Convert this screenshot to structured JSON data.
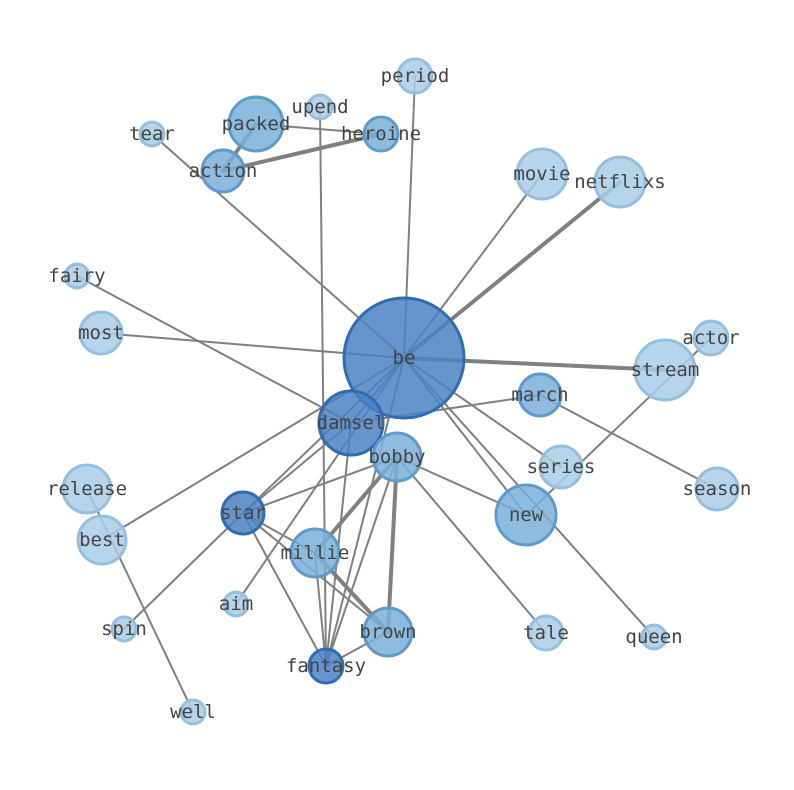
{
  "diagram": {
    "type": "word-cooccurrence-network",
    "colors": {
      "edge": "#808080",
      "node_dark": "#4a82c2",
      "node_mid": "#7ab0d8",
      "node_light": "#a9cde6",
      "label": "#444444"
    },
    "nodes": [
      {
        "id": "be",
        "label": "be",
        "tone": "dark"
      },
      {
        "id": "damsel",
        "label": "damsel",
        "tone": "dark"
      },
      {
        "id": "bobby",
        "label": "bobby",
        "tone": "mid"
      },
      {
        "id": "star",
        "label": "star",
        "tone": "dark"
      },
      {
        "id": "millie",
        "label": "millie",
        "tone": "mid"
      },
      {
        "id": "brown",
        "label": "brown",
        "tone": "mid"
      },
      {
        "id": "fantasy",
        "label": "fantasy",
        "tone": "dark"
      },
      {
        "id": "new",
        "label": "new",
        "tone": "mid"
      },
      {
        "id": "march",
        "label": "march",
        "tone": "mid"
      },
      {
        "id": "stream",
        "label": "stream",
        "tone": "light"
      },
      {
        "id": "actor",
        "label": "actor",
        "tone": "light"
      },
      {
        "id": "series",
        "label": "series",
        "tone": "light"
      },
      {
        "id": "season",
        "label": "season",
        "tone": "light"
      },
      {
        "id": "tale",
        "label": "tale",
        "tone": "light"
      },
      {
        "id": "queen",
        "label": "queen",
        "tone": "light"
      },
      {
        "id": "movie",
        "label": "movie",
        "tone": "light"
      },
      {
        "id": "netflixs",
        "label": "netflixs",
        "tone": "light"
      },
      {
        "id": "period",
        "label": "period",
        "tone": "light"
      },
      {
        "id": "upend",
        "label": "upend",
        "tone": "light"
      },
      {
        "id": "heroine",
        "label": "heroine",
        "tone": "mid"
      },
      {
        "id": "packed",
        "label": "packed",
        "tone": "mid"
      },
      {
        "id": "action",
        "label": "action",
        "tone": "mid"
      },
      {
        "id": "tear",
        "label": "tear",
        "tone": "light"
      },
      {
        "id": "fairy",
        "label": "fairy",
        "tone": "light"
      },
      {
        "id": "most",
        "label": "most",
        "tone": "light"
      },
      {
        "id": "release",
        "label": "release",
        "tone": "light"
      },
      {
        "id": "best",
        "label": "best",
        "tone": "light"
      },
      {
        "id": "spin",
        "label": "spin",
        "tone": "light"
      },
      {
        "id": "aim",
        "label": "aim",
        "tone": "light"
      },
      {
        "id": "well",
        "label": "well",
        "tone": "light"
      }
    ],
    "edges": [
      {
        "source": "be",
        "target": "netflixs",
        "weight": 2
      },
      {
        "source": "be",
        "target": "stream",
        "weight": 2
      },
      {
        "source": "be",
        "target": "movie",
        "weight": 1
      },
      {
        "source": "be",
        "target": "period",
        "weight": 1
      },
      {
        "source": "be",
        "target": "most",
        "weight": 1
      },
      {
        "source": "be",
        "target": "tear",
        "weight": 1
      },
      {
        "source": "be",
        "target": "damsel",
        "weight": 1
      },
      {
        "source": "be",
        "target": "new",
        "weight": 1
      },
      {
        "source": "be",
        "target": "series",
        "weight": 1
      },
      {
        "source": "be",
        "target": "queen",
        "weight": 1
      },
      {
        "source": "be",
        "target": "star",
        "weight": 1
      },
      {
        "source": "be",
        "target": "best",
        "weight": 1
      },
      {
        "source": "be",
        "target": "aim",
        "weight": 1
      },
      {
        "source": "be",
        "target": "fantasy",
        "weight": 1
      },
      {
        "source": "upend",
        "target": "fantasy",
        "weight": 1
      },
      {
        "source": "heroine",
        "target": "packed",
        "weight": 1
      },
      {
        "source": "heroine",
        "target": "action",
        "weight": 2
      },
      {
        "source": "packed",
        "target": "action",
        "weight": 2
      },
      {
        "source": "fairy",
        "target": "damsel",
        "weight": 1
      },
      {
        "source": "damsel",
        "target": "march",
        "weight": 1
      },
      {
        "source": "damsel",
        "target": "star",
        "weight": 1
      },
      {
        "source": "damsel",
        "target": "fantasy",
        "weight": 1
      },
      {
        "source": "march",
        "target": "season",
        "weight": 1
      },
      {
        "source": "actor",
        "target": "new",
        "weight": 1
      },
      {
        "source": "bobby",
        "target": "new",
        "weight": 1
      },
      {
        "source": "bobby",
        "target": "star",
        "weight": 1
      },
      {
        "source": "bobby",
        "target": "millie",
        "weight": 2
      },
      {
        "source": "bobby",
        "target": "brown",
        "weight": 2
      },
      {
        "source": "bobby",
        "target": "fantasy",
        "weight": 1
      },
      {
        "source": "bobby",
        "target": "tale",
        "weight": 1
      },
      {
        "source": "star",
        "target": "millie",
        "weight": 1
      },
      {
        "source": "star",
        "target": "brown",
        "weight": 1
      },
      {
        "source": "star",
        "target": "fantasy",
        "weight": 1
      },
      {
        "source": "star",
        "target": "spin",
        "weight": 1
      },
      {
        "source": "millie",
        "target": "brown",
        "weight": 2
      },
      {
        "source": "millie",
        "target": "fantasy",
        "weight": 1
      },
      {
        "source": "brown",
        "target": "fantasy",
        "weight": 1
      },
      {
        "source": "release",
        "target": "well",
        "weight": 1
      }
    ]
  }
}
